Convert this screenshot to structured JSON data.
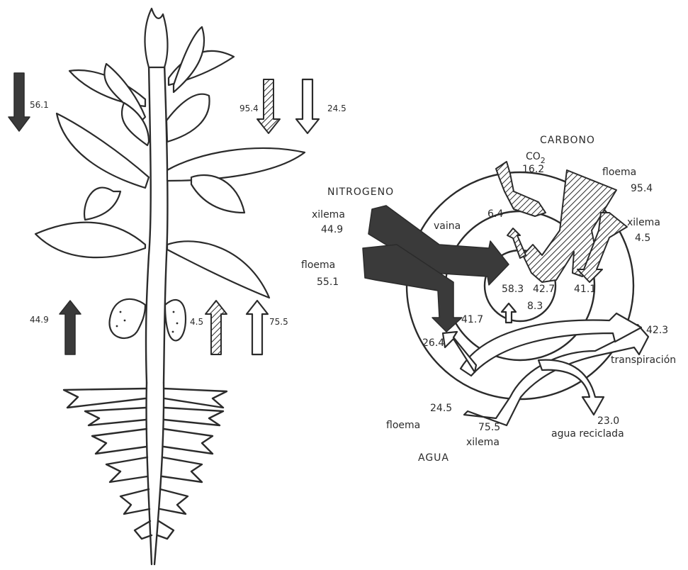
{
  "colors": {
    "ink": "#2b2b2b",
    "nitrogen_fill": "#3a3a3a",
    "background": "#ffffff"
  },
  "plant": {
    "labels": {
      "top_nitrogen_down": "56.1",
      "top_carbon_down": "95.4",
      "top_water_down": "24.5",
      "bottom_nitrogen_up": "44.9",
      "bottom_carbon_up": "4.5",
      "bottom_water_up": "75.5"
    }
  },
  "flow": {
    "titles": {
      "carbon": "CARBONO",
      "nitrogen": "NITROGENO",
      "water": "AGUA"
    },
    "carbon": {
      "co2_formula": "CO",
      "co2_subscript": "2",
      "co2_value": "16.2",
      "floema_label": "floema",
      "floema_value": "95.4",
      "xilema_label": "xilema",
      "xilema_value": "4.5",
      "small_value": "6.4",
      "nodule_value": "42.7",
      "root_value": "41.1"
    },
    "nitrogen": {
      "xilema_label": "xilema",
      "xilema_value": "44.9",
      "floema_label": "floema",
      "floema_value": "55.1",
      "nodule_value": "58.3",
      "root_value": "41.7",
      "small_value": "8.3"
    },
    "vaina_label": "vaina",
    "water": {
      "value_26": "26.4",
      "value_24": "24.5",
      "floema_label": "floema",
      "xilema_value": "75.5",
      "xilema_label": "xilema",
      "transpiracion_value": "42.3",
      "transpiracion_label": "transpiración",
      "reciclada_value": "23.0",
      "reciclada_label": "agua reciclada"
    }
  }
}
